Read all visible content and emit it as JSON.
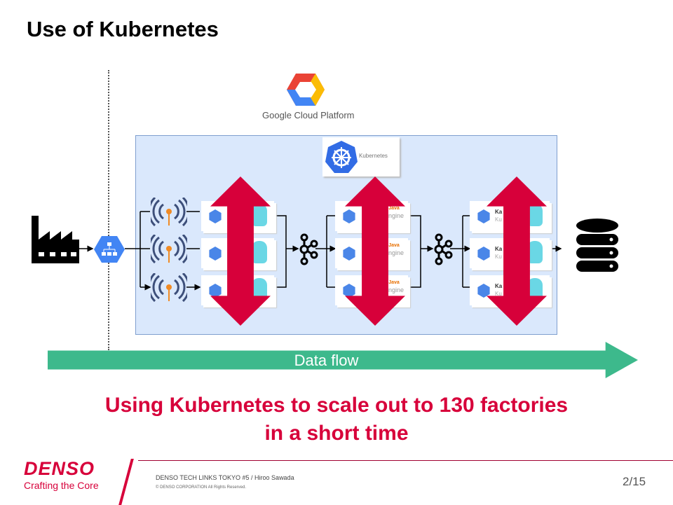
{
  "slide": {
    "title": "Use of Kubernetes",
    "page": "2/15"
  },
  "diagram": {
    "cloud_label": "Google Cloud Platform",
    "k8s_label": "Kubernetes",
    "stage2_card": {
      "line1": "Java",
      "line2": "Engine"
    },
    "stage3_card": {
      "line1": "Ka        ry",
      "line2": "Ku        ng"
    },
    "flow_label": "Data flow",
    "colors": {
      "arrow": "#d7003a",
      "flow": "#3db98c",
      "box": "#dae8fc"
    }
  },
  "message": {
    "line1": "Using Kubernetes to scale out to 130 factories",
    "line2": "in a short time"
  },
  "footer": {
    "brand": "DENSO",
    "tagline": "Crafting the Core",
    "event": "DENSO TECH LINKS TOKYO #5 / Hiroo Sawada",
    "copyright": "© DENSO CORPORATION All Rights Reserved."
  }
}
